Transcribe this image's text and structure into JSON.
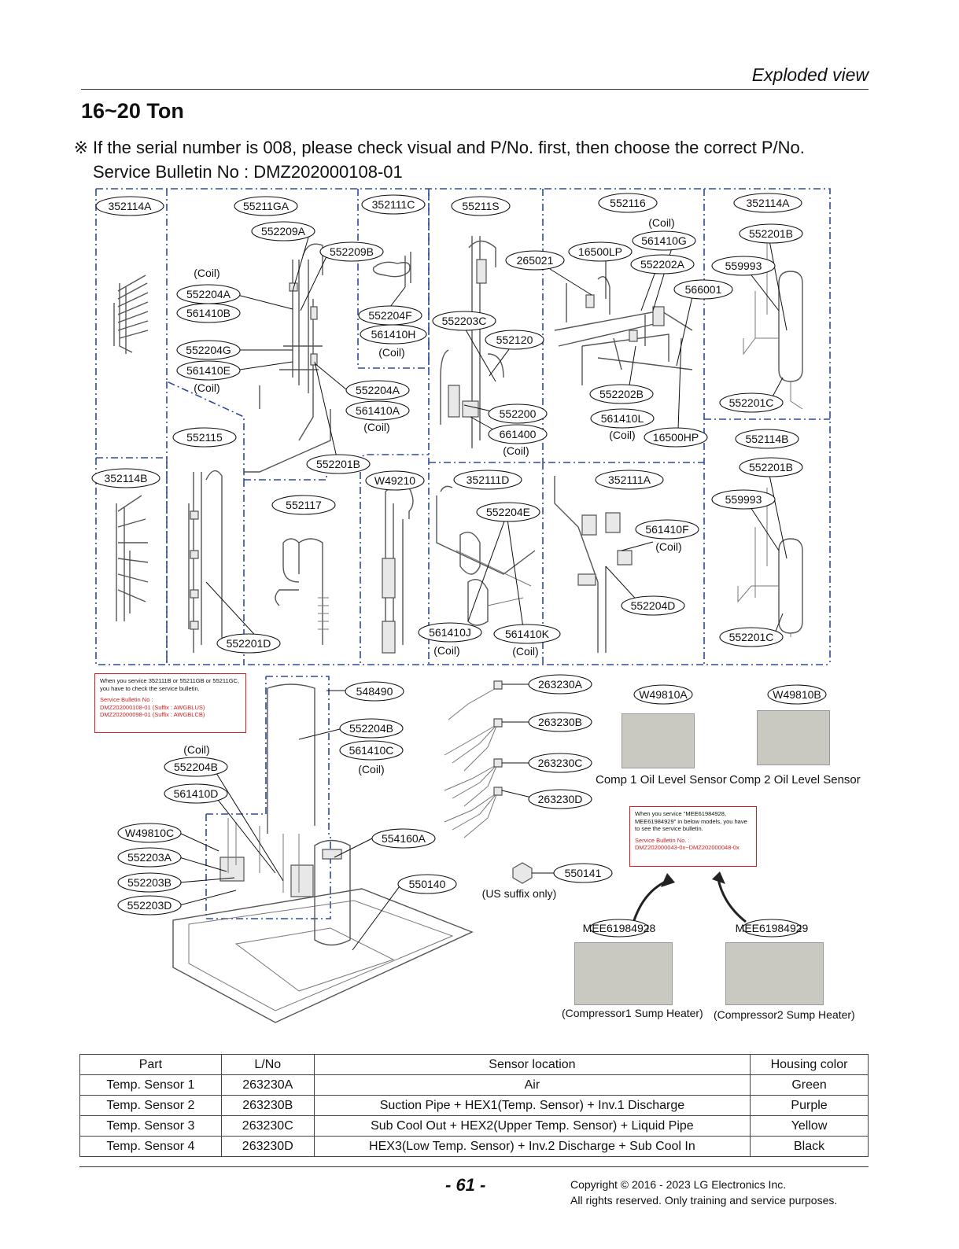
{
  "header": {
    "section": "Exploded view",
    "heading": "16~20 Ton",
    "notice_mark": "※",
    "notice_line1": "If the serial number is 008, please check visual and P/No. first, then choose the correct P/No.",
    "notice_line2": "Service Bulletin No : DMZ202000108-01"
  },
  "callouts": [
    {
      "id": "352114A",
      "label": "352114A"
    },
    {
      "id": "55211GA",
      "label": "55211GA"
    },
    {
      "id": "552209A",
      "label": "552209A"
    },
    {
      "id": "552209B",
      "label": "552209B"
    },
    {
      "id": "552204A",
      "label": "552204A"
    },
    {
      "id": "561410B",
      "label": "561410B"
    },
    {
      "id": "552204G",
      "label": "552204G"
    },
    {
      "id": "561410E",
      "label": "561410E"
    },
    {
      "id": "352111C",
      "label": "352111C"
    },
    {
      "id": "552204F",
      "label": "552204F"
    },
    {
      "id": "561410H",
      "label": "561410H"
    },
    {
      "id": "552204A_b",
      "label": "552204A"
    },
    {
      "id": "561410A",
      "label": "561410A"
    },
    {
      "id": "552201B",
      "label": "552201B"
    },
    {
      "id": "552115",
      "label": "552115"
    },
    {
      "id": "55211S",
      "label": "55211S"
    },
    {
      "id": "552203C",
      "label": "552203C"
    },
    {
      "id": "552120",
      "label": "552120"
    },
    {
      "id": "552200",
      "label": "552200"
    },
    {
      "id": "661400",
      "label": "661400"
    },
    {
      "id": "552116",
      "label": "552116"
    },
    {
      "id": "561410G",
      "label": "561410G"
    },
    {
      "id": "16500LP",
      "label": "16500LP"
    },
    {
      "id": "265021",
      "label": "265021"
    },
    {
      "id": "552202A",
      "label": "552202A"
    },
    {
      "id": "566001",
      "label": "566001"
    },
    {
      "id": "552202B",
      "label": "552202B"
    },
    {
      "id": "561410L",
      "label": "561410L"
    },
    {
      "id": "16500HP",
      "label": "16500HP"
    },
    {
      "id": "352114A_r",
      "label": "352114A"
    },
    {
      "id": "552201B_r",
      "label": "552201B"
    },
    {
      "id": "559993",
      "label": "559993"
    },
    {
      "id": "552201C",
      "label": "552201C"
    },
    {
      "id": "552114B",
      "label": "552114B"
    },
    {
      "id": "552201B_r2",
      "label": "552201B"
    },
    {
      "id": "559993_b",
      "label": "559993"
    },
    {
      "id": "552201C_b",
      "label": "552201C"
    },
    {
      "id": "352114B",
      "label": "352114B"
    },
    {
      "id": "552117",
      "label": "552117"
    },
    {
      "id": "W49210",
      "label": "W49210"
    },
    {
      "id": "352111D",
      "label": "352111D"
    },
    {
      "id": "552204E",
      "label": "552204E"
    },
    {
      "id": "561410J",
      "label": "561410J"
    },
    {
      "id": "561410K",
      "label": "561410K"
    },
    {
      "id": "352111A",
      "label": "352111A"
    },
    {
      "id": "561410F",
      "label": "561410F"
    },
    {
      "id": "552204D",
      "label": "552204D"
    },
    {
      "id": "552201D",
      "label": "552201D"
    },
    {
      "id": "548490",
      "label": "548490"
    },
    {
      "id": "552204B",
      "label": "552204B"
    },
    {
      "id": "561410C",
      "label": "561410C"
    },
    {
      "id": "552204B_l",
      "label": "552204B"
    },
    {
      "id": "561410D",
      "label": "561410D"
    },
    {
      "id": "W49810C",
      "label": "W49810C"
    },
    {
      "id": "552203A",
      "label": "552203A"
    },
    {
      "id": "552203B",
      "label": "552203B"
    },
    {
      "id": "552203D",
      "label": "552203D"
    },
    {
      "id": "554160A",
      "label": "554160A"
    },
    {
      "id": "550140",
      "label": "550140"
    },
    {
      "id": "263230A",
      "label": "263230A"
    },
    {
      "id": "263230B",
      "label": "263230B"
    },
    {
      "id": "263230C",
      "label": "263230C"
    },
    {
      "id": "263230D",
      "label": "263230D"
    },
    {
      "id": "550141",
      "label": "550141"
    },
    {
      "id": "W49810A",
      "label": "W49810A"
    },
    {
      "id": "W49810B",
      "label": "W49810B"
    },
    {
      "id": "MEE61984928",
      "label": "MEE61984928"
    },
    {
      "id": "MEE61984929",
      "label": "MEE61984929"
    }
  ],
  "notes": {
    "coil": "(Coil)",
    "us_suffix": "(US suffix only)"
  },
  "bulletin_left": {
    "text": "When you service 352111B or 55211GB or 55211GC, you have to check the service bulletin.",
    "title": "Service Bulletin No :",
    "line1": "DMZ202000108-01 (Suffix : AWGBLUS)",
    "line2": "DMZ202000098-01 (Suffix : AWGBLCB)"
  },
  "bulletin_right": {
    "text": "When you service \"MEE61984928, MEE61984929\" in below models, you have to see the service bulletin.",
    "title": "Service Bulletin No. :",
    "line1": "DMZ202000043-0x~DMZ202000048-0x"
  },
  "photo_captions": {
    "comp1": "Comp 1 Oil Level Sensor",
    "comp2": "Comp 2 Oil Level Sensor",
    "heater1": "(Compressor1 Sump Heater)",
    "heater2": "(Compressor2 Sump Heater)"
  },
  "sensor_table": {
    "headers": [
      "Part",
      "L/No",
      "Sensor location",
      "Housing color"
    ],
    "rows": [
      [
        "Temp. Sensor 1",
        "263230A",
        "Air",
        "Green"
      ],
      [
        "Temp. Sensor 2",
        "263230B",
        "Suction Pipe + HEX1(Temp. Sensor) + Inv.1  Discharge",
        "Purple"
      ],
      [
        "Temp. Sensor 3",
        "263230C",
        "Sub Cool Out + HEX2(Upper Temp. Sensor) + Liquid Pipe",
        "Yellow"
      ],
      [
        "Temp. Sensor 4",
        "263230D",
        "HEX3(Low Temp. Sensor) + Inv.2  Discharge + Sub Cool In",
        "Black"
      ]
    ]
  },
  "footer": {
    "page": "- 61 -",
    "copyright1": "Copyright © 2016 - 2023 LG Electronics Inc.",
    "copyright2": "All rights reserved. Only training and service purposes."
  },
  "colors": {
    "zone_border": "#2e4a9a",
    "bulletin_red": "#d21f1f"
  }
}
